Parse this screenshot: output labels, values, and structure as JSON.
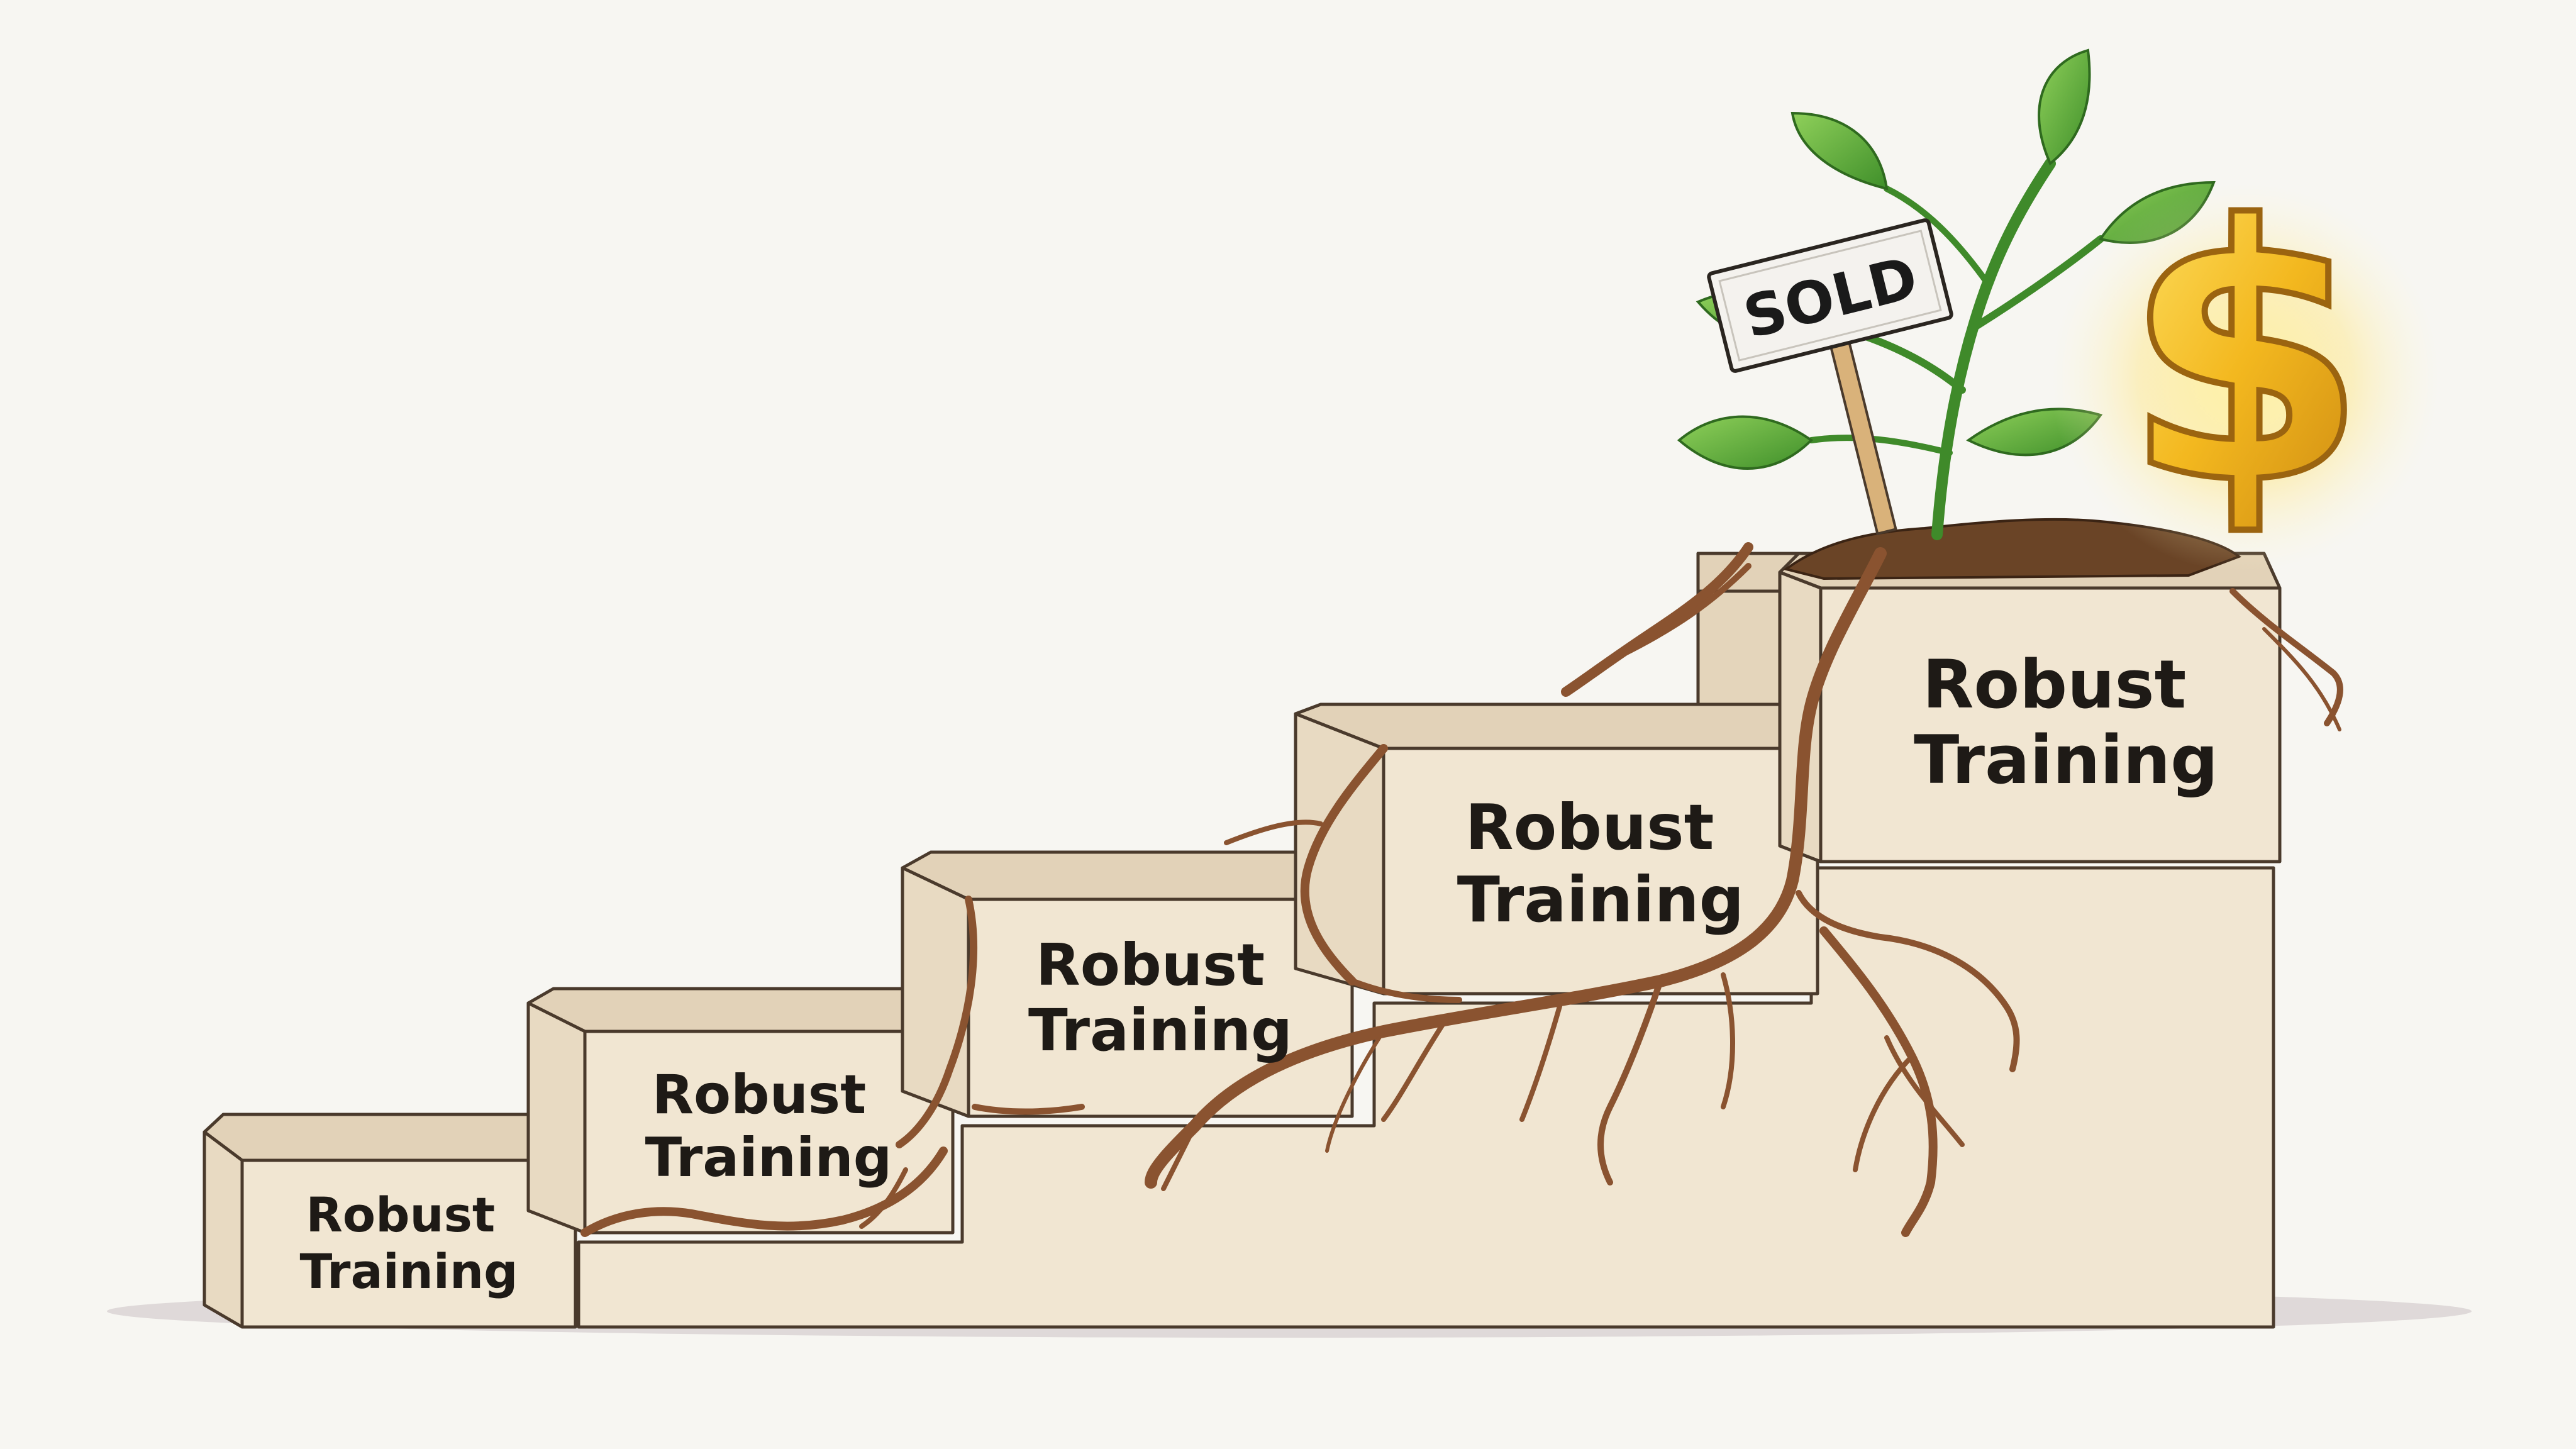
{
  "blocks": [
    {
      "line1": "Robust",
      "line2": "Training"
    },
    {
      "line1": "Robust",
      "line2": "Training"
    },
    {
      "line1": "Robust",
      "line2": "Training"
    },
    {
      "line1": "Robust",
      "line2": "Training"
    },
    {
      "line1": "Robust",
      "line2": "Training"
    }
  ],
  "sign": {
    "text": "SOLD"
  },
  "coin": {
    "symbol": "$"
  },
  "colors": {
    "background": "#f7f6f2",
    "block_face": "#f1e6d2",
    "block_top": "#e2d2b8",
    "block_outline": "#4a3a2c",
    "root": "#8a5330",
    "leaf": "#5fae3a",
    "gold": "#f0b521"
  }
}
